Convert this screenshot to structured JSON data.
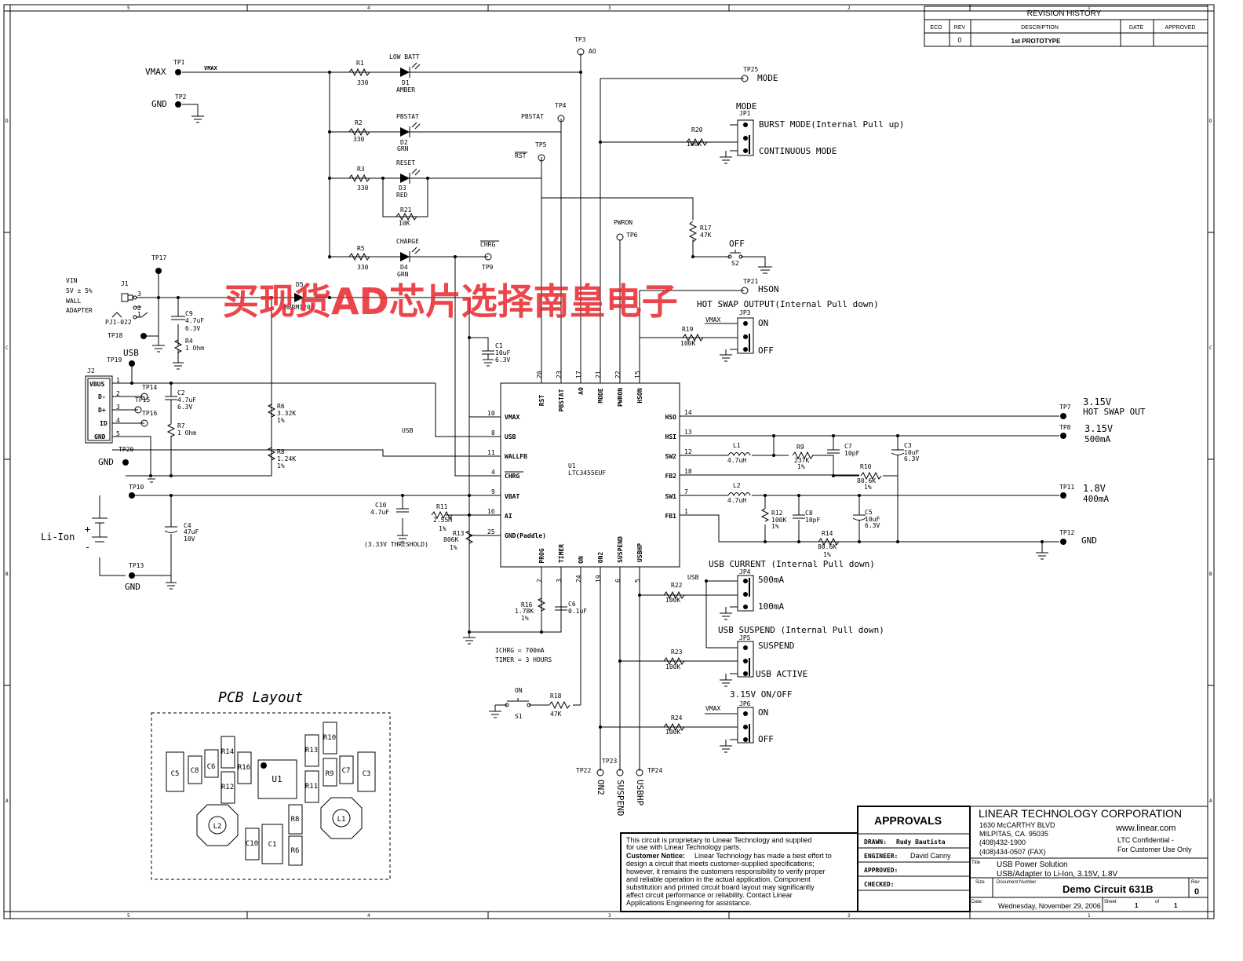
{
  "border": {
    "top_numbers": [
      "5",
      "4",
      "3",
      "2",
      "1"
    ],
    "side_letters": [
      "D",
      "C",
      "B",
      "A"
    ]
  },
  "revision": {
    "title": "REVISION HISTORY",
    "cols": [
      "ECO",
      "REV",
      "DESCRIPTION",
      "DATE",
      "APPROVED"
    ],
    "rev": "0",
    "desc": "1st PROTOTYPE"
  },
  "watermark": "买现货AD芯片选择南皇电子",
  "chip": {
    "ref": "U1",
    "part": "LTC3455EUF",
    "left_pins": [
      {
        "num": "10",
        "name": "VMAX"
      },
      {
        "num": "8",
        "name": "USB"
      },
      {
        "num": "11",
        "name": "WALLFB"
      },
      {
        "num": "4",
        "name": "CHRG"
      },
      {
        "num": "9",
        "name": "VBAT"
      },
      {
        "num": "16",
        "name": "AI"
      },
      {
        "num": "25",
        "name": "GND(Paddle)"
      }
    ],
    "right_pins": [
      {
        "num": "14",
        "name": "HSO"
      },
      {
        "num": "13",
        "name": "HSI"
      },
      {
        "num": "12",
        "name": "SW2"
      },
      {
        "num": "18",
        "name": "FB2"
      },
      {
        "num": "7",
        "name": "SW1"
      },
      {
        "num": "1",
        "name": "FB1"
      }
    ],
    "top_pins": [
      {
        "num": "20",
        "name": "RST"
      },
      {
        "num": "23",
        "name": "PBSTAT"
      },
      {
        "num": "17",
        "name": "AO"
      },
      {
        "num": "21",
        "name": "MODE"
      },
      {
        "num": "22",
        "name": "PWRON"
      },
      {
        "num": "15",
        "name": "HSON"
      }
    ],
    "bottom_pins": [
      {
        "num": "2",
        "name": "PROG"
      },
      {
        "num": "3",
        "name": "TIMER"
      },
      {
        "num": "24",
        "name": "ON"
      },
      {
        "num": "19",
        "name": "ON2"
      },
      {
        "num": "6",
        "name": "SUSPEND"
      },
      {
        "num": "5",
        "name": "USBHP"
      }
    ]
  },
  "labels": {
    "tp1": "TP1",
    "vmax": "VMAX",
    "vmax_net": "VMAX",
    "tp2": "TP2",
    "gnd": "GND",
    "r1": "R1",
    "r1v": "330",
    "d1_title": "LOW BATT",
    "d1": "D1",
    "d1c": "AMBER",
    "tp3": "TP3",
    "ao": "AO",
    "r2": "R2",
    "r2v": "330",
    "d2_title": "PBSTAT",
    "d2": "D2",
    "d2c": "GRN",
    "pbstat": "PBSTAT",
    "tp4": "TP4",
    "r3": "R3",
    "r3v": "330",
    "d3_title": "RESET",
    "d3": "D3",
    "d3c": "RED",
    "rst": "RST",
    "tp5": "TP5",
    "r21": "R21",
    "r21v": "10K",
    "r5": "R5",
    "r5v": "330",
    "d4_title": "CHARGE",
    "d4": "D4",
    "d4c": "GRN",
    "chrg": "CHRG",
    "tp9": "TP9",
    "tp25": "TP25",
    "mode": "MODE",
    "mode2": "MODE",
    "jp1": "JP1",
    "burst": "BURST MODE(Internal Pull up)",
    "cont": "CONTINUOUS MODE",
    "r20": "R20",
    "r20v": "100K",
    "pwron": "PWRON",
    "tp6": "TP6",
    "r17": "R17",
    "r17v": "47K",
    "off": "OFF",
    "s2": "S2",
    "tp21": "TP21",
    "hson": "HSON",
    "hotswap": "HOT SWAP OUTPUT(Internal Pull down)",
    "vmax_jp3": "VMAX",
    "jp3": "JP3",
    "on": "ON",
    "off2": "OFF",
    "r19": "R19",
    "r19v": "100K",
    "c1": "C1",
    "c1v": "10uF",
    "c1v2": "6.3V",
    "tp17": "TP17",
    "vin": "VIN",
    "vin2": "5V ± 5%",
    "vin3": "WALL",
    "vin4": "ADAPTER",
    "j1": "J1",
    "pj": "PJ1-022",
    "d5": "D5",
    "d5v": "MBRM120E",
    "c9": "C9",
    "c9v": "4.7uF",
    "c9v2": "6.3V",
    "r4": "R4",
    "r4v": "1 Ohm",
    "tp18": "TP18",
    "usb": "USB",
    "tp19": "TP19",
    "j2": "J2",
    "vbus": "VBUS",
    "dm": "D-",
    "dp": "D+",
    "id": "ID",
    "jgnd": "GND",
    "tp14": "TP14",
    "tp15": "TP15",
    "tp16": "TP16",
    "c2": "C2",
    "c2v": "4.7uF",
    "c2v2": "6.3V",
    "r7": "R7",
    "r7v": "1 Ohm",
    "tp20": "TP20",
    "gnd20": "GND",
    "r6": "R6",
    "r6v": "3.32K",
    "r6p": "1%",
    "r8": "R8",
    "r8v": "1.24K",
    "r8p": "1%",
    "usbnet": "USB",
    "tp10": "TP10",
    "liion": "Li-Ion",
    "c4": "C4",
    "c4v": "47uF",
    "c4v2": "10V",
    "tp13": "TP13",
    "gnd13": "GND",
    "c10": "C10",
    "c10v": "4.7uF",
    "r11": "R11",
    "r11v": "2.55M",
    "r11p": "1%",
    "r13": "R13",
    "r13v": "806K",
    "r13p": "1%",
    "thr": "(3.33V THRESHOLD)",
    "tp7": "TP7",
    "v315": "3.15V",
    "hso_out": "HOT SWAP OUT",
    "tp8": "TP8",
    "v315b": "3.15V",
    "ma500": "500mA",
    "l1": "L1",
    "l1v": "4.7uH",
    "r9": "R9",
    "r9v": "237K",
    "r9p": "1%",
    "c7": "C7",
    "c7v": "10pF",
    "c3": "C3",
    "c3v": "10uF",
    "c3v2": "6.3V",
    "r10": "R10",
    "r10v": "80.6K",
    "r10p": "1%",
    "l2": "L2",
    "l2v": "4.7uH",
    "tp11": "TP11",
    "v18": "1.8V",
    "ma400": "400mA",
    "r12": "R12",
    "r12v": "100K",
    "r12p": "1%",
    "c8": "C8",
    "c8v": "10pF",
    "c5": "C5",
    "c5v": "10uF",
    "c5v2": "6.3V",
    "r14": "R14",
    "r14v": "80.6K",
    "r14p": "1%",
    "tp12": "TP12",
    "gnd12": "GND",
    "usbcur": "USB CURRENT (Internal Pull down)",
    "usb_jp4": "USB",
    "jp4": "JP4",
    "jp4a": "500mA",
    "jp4b": "100mA",
    "r22": "R22",
    "r22v": "100K",
    "usbsus": "USB SUSPEND (Internal Pull down)",
    "jp5": "JP5",
    "jp5a": "SUSPEND",
    "jp5b": "USB ACTIVE",
    "r23": "R23",
    "r23v": "100K",
    "onoff": "3.15V ON/OFF",
    "vmax_jp6": "VMAX",
    "jp6": "JP6",
    "jp6a": "ON",
    "jp6b": "OFF",
    "r24": "R24",
    "r24v": "100K",
    "r16": "R16",
    "r16v": "1.78K",
    "r16p": "1%",
    "c6": "C6",
    "c6v": "0.1uF",
    "ichrg": "ICHRG = 700mA",
    "timer": "TIMER = 3 HOURS",
    "on_s1": "ON",
    "s1": "S1",
    "r18": "R18",
    "r18v": "47K",
    "tp22": "TP22",
    "on2": "ON2",
    "tp23": "TP23",
    "suspend": "SUSPEND",
    "tp24": "TP24",
    "usbhp": "USBHP",
    "pcb": "PCB Layout"
  },
  "pcb_parts": [
    "C5",
    "C8",
    "C6",
    "R14",
    "R12",
    "R16",
    "U1",
    "R13",
    "R10",
    "R11",
    "R9",
    "C7",
    "C3",
    "L2",
    "C10",
    "C1",
    "R8",
    "R6",
    "L1"
  ],
  "notice": {
    "l1": "This circuit is proprietary to Linear Technology and supplied",
    "l2": "for use with Linear Technology parts.",
    "title": "Customer Notice:",
    "l3": "Linear Technology has made a best effort to",
    "l4": "design a circuit that meets customer-supplied specifications;",
    "l5": "however, it remains the customers responsibility to verify proper",
    "l6": "and reliable operation in the actual application. Component",
    "l7": "substitution and printed circuit board layout may significantly",
    "l8": "affect circuit performance or reliability. Contact Linear",
    "l9": "Applications Engineering for assistance."
  },
  "approvals": {
    "title": "APPROVALS",
    "drawn": "DRAWN:",
    "drawn_v": "Rudy Bautista",
    "eng": "ENGINEER:",
    "eng_v": "David Canny",
    "appr": "APPROVED:",
    "chk": "CHECKED:"
  },
  "company": {
    "name": "LINEAR TECHNOLOGY CORPORATION",
    "addr1": "1630 McCARTHY BLVD",
    "addr2": "MILPITAS, CA. 95035",
    "ph": "(408)432-1900",
    "fax": "(408)434-0507 (FAX)",
    "web": "www.linear.com",
    "conf1": "LTC Confidential -",
    "conf2": "For Customer Use Only",
    "title_lbl": "Title",
    "title1": "USB Power Solution",
    "title2": "USB/Adapter to Li-Ion, 3.15V, 1.8V",
    "size_lbl": "Size",
    "docnum_lbl": "Document Number",
    "rev_lbl": "Rev",
    "doc": "Demo Circuit 631B",
    "rev": "0",
    "date_lbl": "Date:",
    "date": "Wednesday, November 29, 2006",
    "sheet_lbl": "Sheet",
    "sheet": "1",
    "of": "of",
    "sheets": "1"
  }
}
